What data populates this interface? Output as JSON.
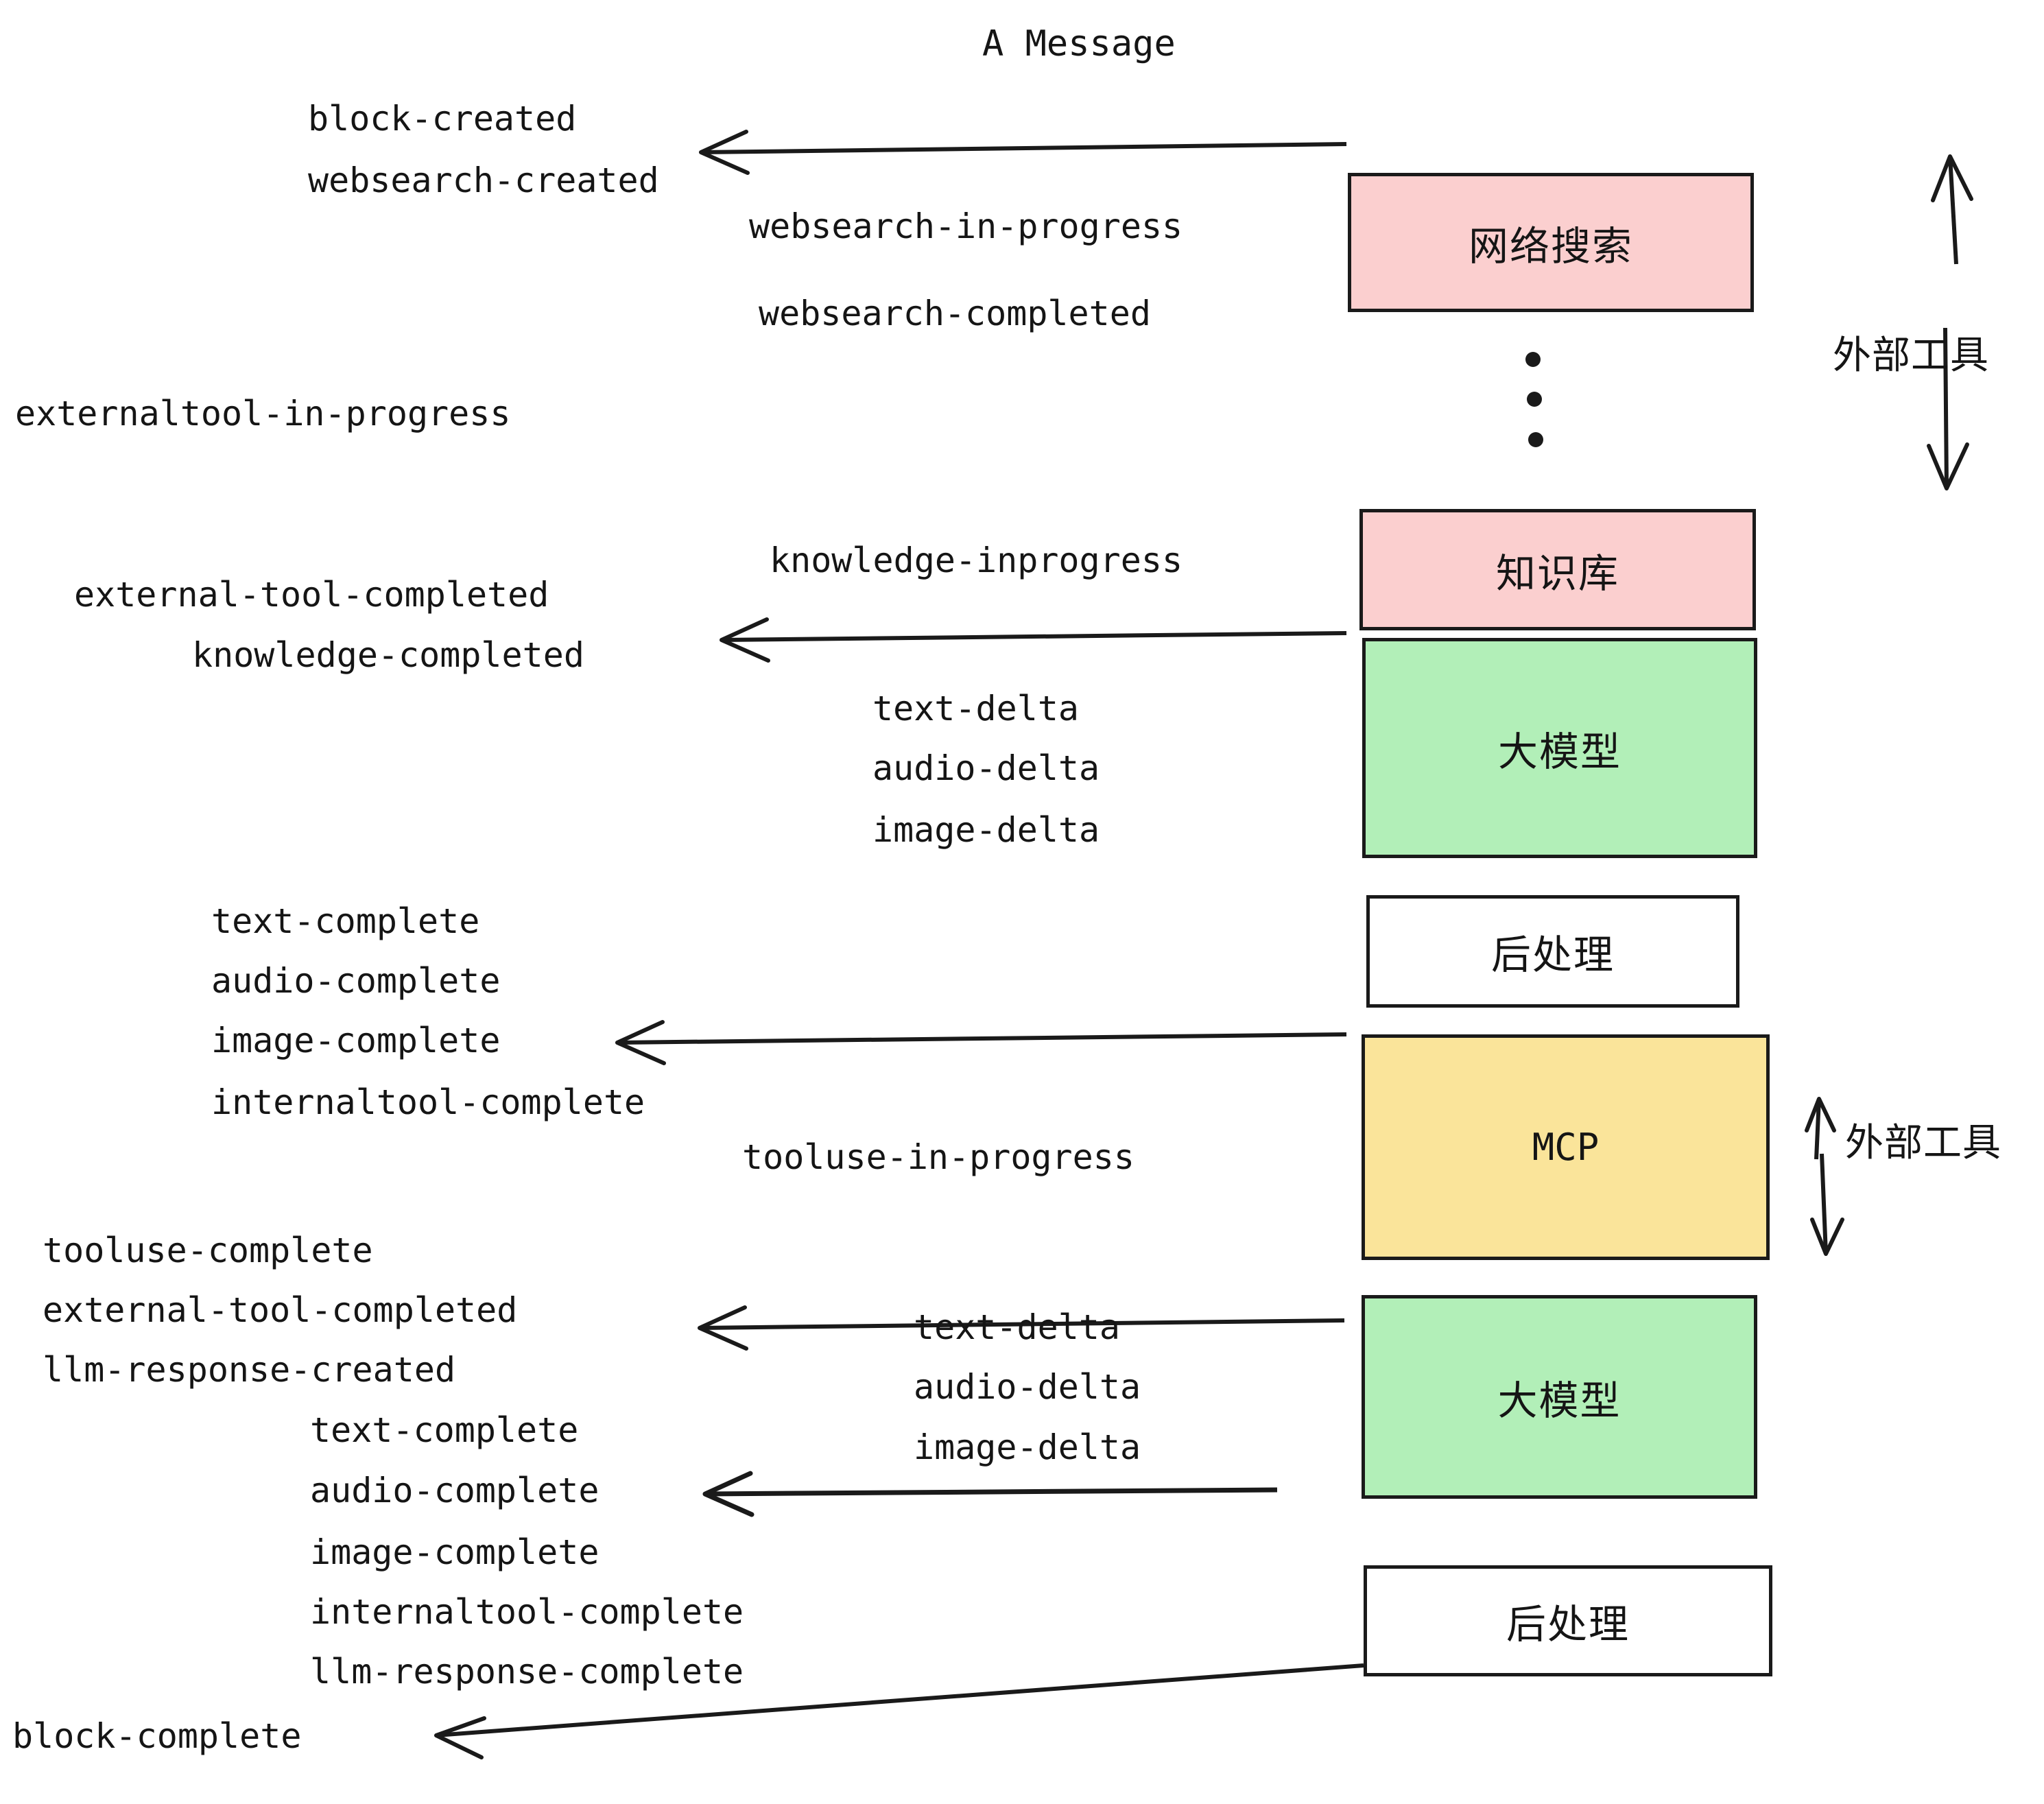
{
  "title": "A Message",
  "boxes": [
    {
      "id": "websearch",
      "label": "网络搜索",
      "color": "pink"
    },
    {
      "id": "knowledgebase",
      "label": "知识库",
      "color": "pink"
    },
    {
      "id": "llm-top",
      "label": "大模型",
      "color": "green"
    },
    {
      "id": "postprocess-top",
      "label": "后处理",
      "color": "white"
    },
    {
      "id": "mcp",
      "label": "MCP",
      "color": "yellow"
    },
    {
      "id": "llm-bottom",
      "label": "大模型",
      "color": "green"
    },
    {
      "id": "postprocess-bottom",
      "label": "后处理",
      "color": "white"
    }
  ],
  "side_labels": {
    "external_tool_top": "外部工具",
    "external_tool_bottom": "外部工具"
  },
  "events": {
    "block_created": "block-created",
    "websearch_created": "websearch-created",
    "websearch_in_progress": "websearch-in-progress",
    "websearch_completed": "websearch-completed",
    "externaltool_in_progress": "externaltool-in-progress",
    "knowledge_inprogress": "knowledge-inprogress",
    "external_tool_completed_1": "external-tool-completed",
    "knowledge_completed": "knowledge-completed",
    "text_delta_1": "text-delta",
    "audio_delta_1": "audio-delta",
    "image_delta_1": "image-delta",
    "text_complete_1": "text-complete",
    "audio_complete_1": "audio-complete",
    "image_complete_1": "image-complete",
    "internaltool_complete_1": "internaltool-complete",
    "tooluse_in_progress": "tooluse-in-progress",
    "tooluse_complete": "tooluse-complete",
    "external_tool_completed_2": "external-tool-completed",
    "llm_response_created": "llm-response-created",
    "text_delta_2": "text-delta",
    "audio_delta_2": "audio-delta",
    "image_delta_2": "image-delta",
    "text_complete_2": "text-complete",
    "audio_complete_2": "audio-complete",
    "image_complete_2": "image-complete",
    "internaltool_complete_2": "internaltool-complete",
    "llm_response_complete": "llm-response-complete",
    "block_complete": "block-complete"
  },
  "colors": {
    "pink": "#fbcfcf",
    "green": "#b2efb8",
    "yellow": "#fae49a",
    "white": "#ffffff",
    "stroke": "#1a1a1a",
    "text": "#151515"
  }
}
